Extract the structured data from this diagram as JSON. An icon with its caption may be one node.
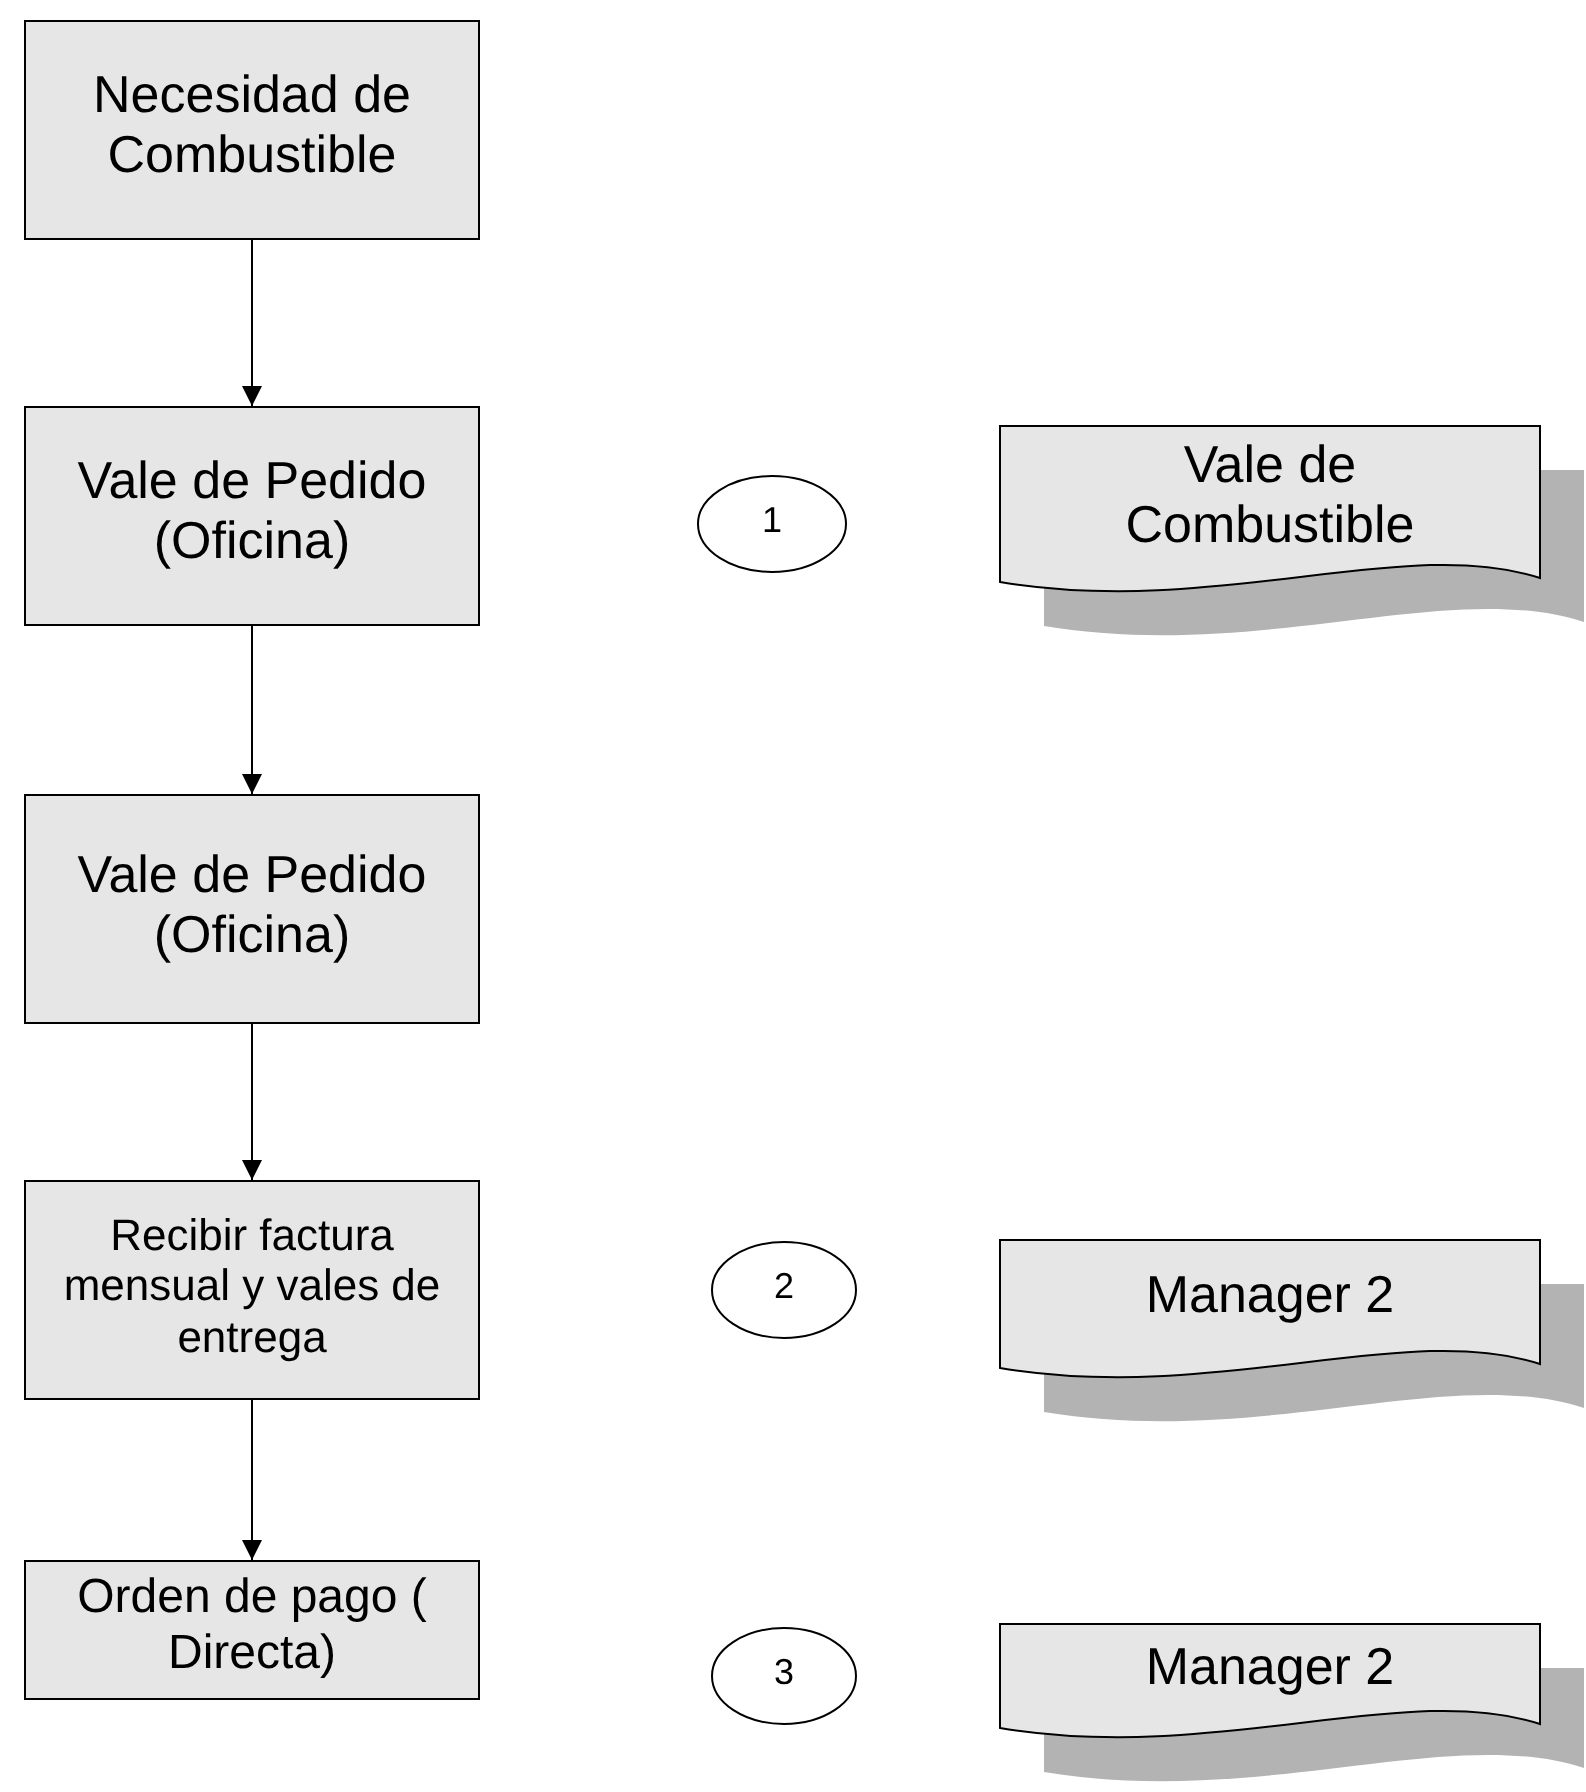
{
  "diagram": {
    "nodes": [
      {
        "text": [
          "Necesidad de Combustible"
        ]
      },
      {
        "text": [
          "Vale de Pedido (Oficina)"
        ]
      },
      {
        "text": [
          "1"
        ]
      },
      {
        "text": [
          "Vale de Combustible"
        ]
      },
      {
        "text": [
          "Vale de Pedido (Oficina)"
        ]
      },
      {
        "text": [
          "Recibir factura mensual y vales de entrega"
        ]
      },
      {
        "text": [
          "2"
        ]
      },
      {
        "text": [
          "Manager 2"
        ]
      },
      {
        "text": [
          "Orden de pago ( Directa)"
        ]
      },
      {
        "text": [
          "3"
        ]
      },
      {
        "text": [
          "Manager 2"
        ]
      }
    ],
    "edges": [
      {
        "from": 0,
        "to": 1,
        "arrow": "to"
      },
      {
        "from": 1,
        "to": 4,
        "arrow": "to"
      },
      {
        "from": 4,
        "to": 5,
        "arrow": "to"
      },
      {
        "from": 5,
        "to": 8,
        "arrow": "to"
      }
    ]
  }
}
